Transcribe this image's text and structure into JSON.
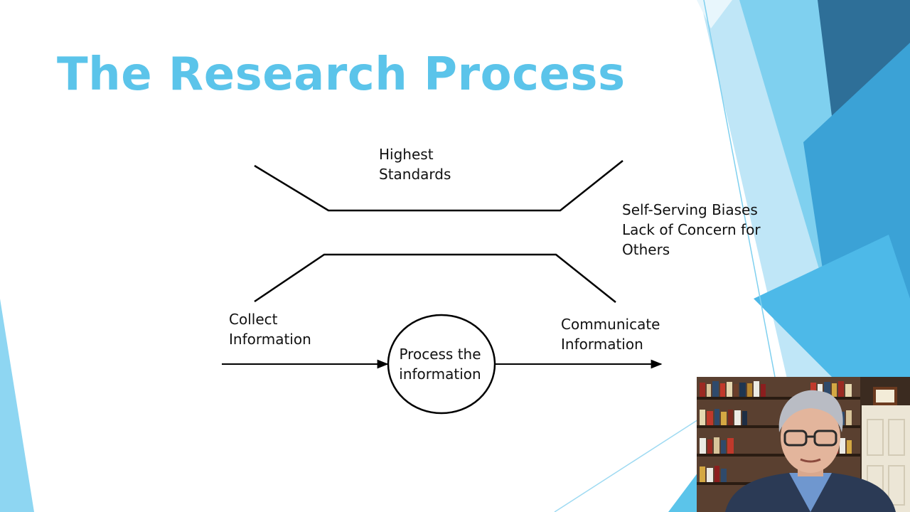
{
  "slide": {
    "title": "The Research Process",
    "title_color": "#5bc4ea"
  },
  "diagram": {
    "upper_label": [
      "Highest",
      "Standards"
    ],
    "side_label": [
      "Self-Serving Biases",
      "Lack of Concern for",
      "Others"
    ],
    "left_label": [
      "Collect",
      "Information"
    ],
    "right_label": [
      "Communicate",
      "Information"
    ],
    "center_label": [
      "Process the",
      "information"
    ],
    "line_color": "#000000"
  },
  "webcam": {
    "icon": "presenter-video-feed"
  }
}
